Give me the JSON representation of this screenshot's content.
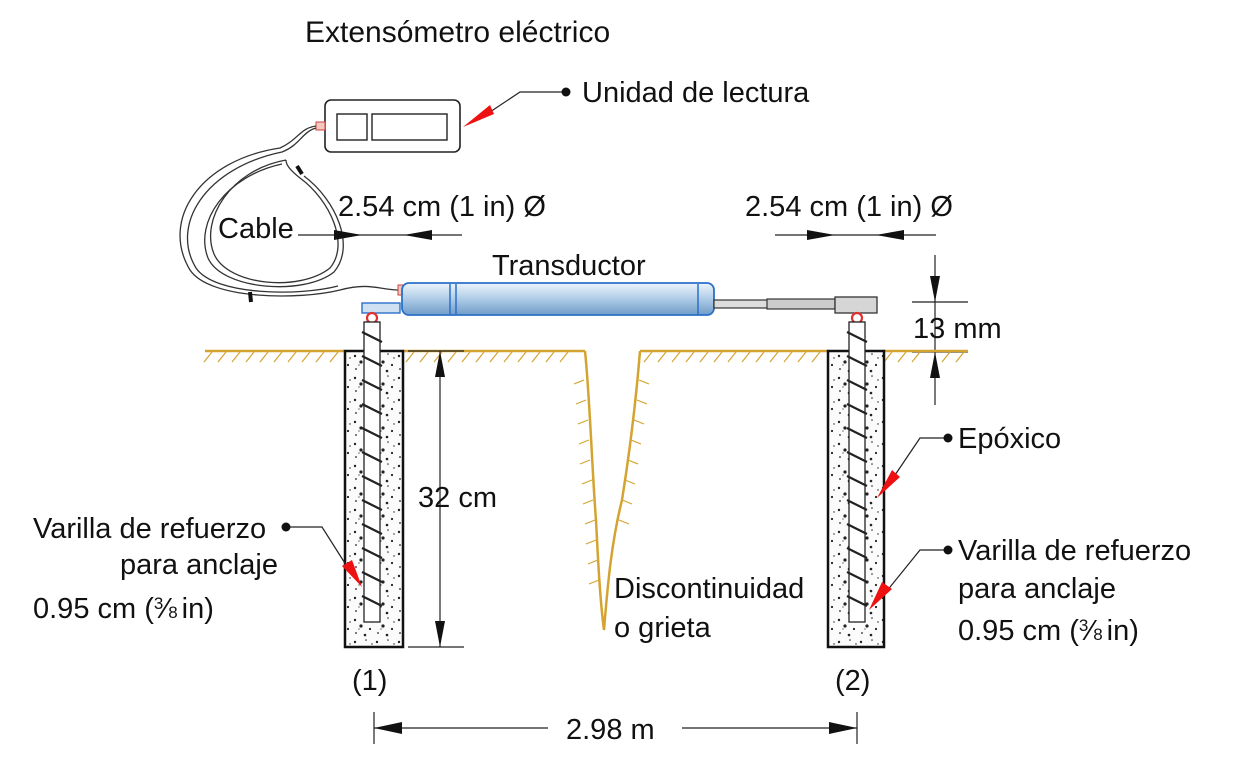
{
  "title": "Extensómetro eléctrico",
  "labels": {
    "readout_unit": "Unidad de lectura",
    "cable": "Cable",
    "transducer": "Transductor",
    "epoxy": "Epóxico",
    "crack_line1": "Discontinuidad",
    "crack_line2": "o grieta",
    "rebar_left": [
      "Varilla de refuerzo",
      "para anclaje",
      "0.95 cm (",
      "in)"
    ],
    "rebar_right": [
      "Varilla de refuerzo",
      "para anclaje",
      "0.95 cm (",
      "in)"
    ],
    "fraction_num": "3",
    "fraction_den": "8",
    "anchor_1": "(1)",
    "anchor_2": "(2)"
  },
  "dimensions": {
    "diameter_left": "2.54 cm (1 in) Ø",
    "diameter_right": "2.54 cm (1 in) Ø",
    "gap": "13 mm",
    "depth": "32 cm",
    "spacing": "2.98 m"
  },
  "colors": {
    "soil": "#d4a432",
    "arrow_red": "#ee1111",
    "tube": "#aecbe6",
    "tube_edge": "#2a70c8",
    "marker_red": "#e03030"
  }
}
